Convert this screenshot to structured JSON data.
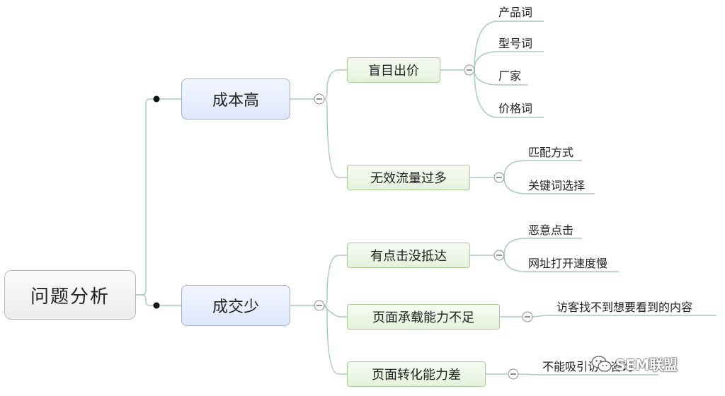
{
  "root": {
    "label": "问题分析"
  },
  "branches": [
    {
      "label": "成本高",
      "children": [
        {
          "label": "盲目出价",
          "leaves": [
            "产品词",
            "型号词",
            "厂家",
            "价格词"
          ]
        },
        {
          "label": "无效流量过多",
          "leaves": [
            "匹配方式",
            "关键词选择"
          ]
        }
      ]
    },
    {
      "label": "成交少",
      "children": [
        {
          "label": "有点击没抵达",
          "leaves": [
            "恶意点击",
            "网址打开速度慢"
          ]
        },
        {
          "label": "页面承载能力不足",
          "leaves": [
            "访客找不到想要看到的内容"
          ]
        },
        {
          "label": "页面转化能力差",
          "leaves": [
            "不能吸引访客咨询"
          ]
        }
      ]
    }
  ],
  "watermark": {
    "text": "SEM联盟",
    "icon": "wechat-icon"
  },
  "colors": {
    "connector": "#a8cbbd",
    "l1_border": "#9cb0d6",
    "l2_border": "#a9cc98",
    "dot": "#111111"
  }
}
